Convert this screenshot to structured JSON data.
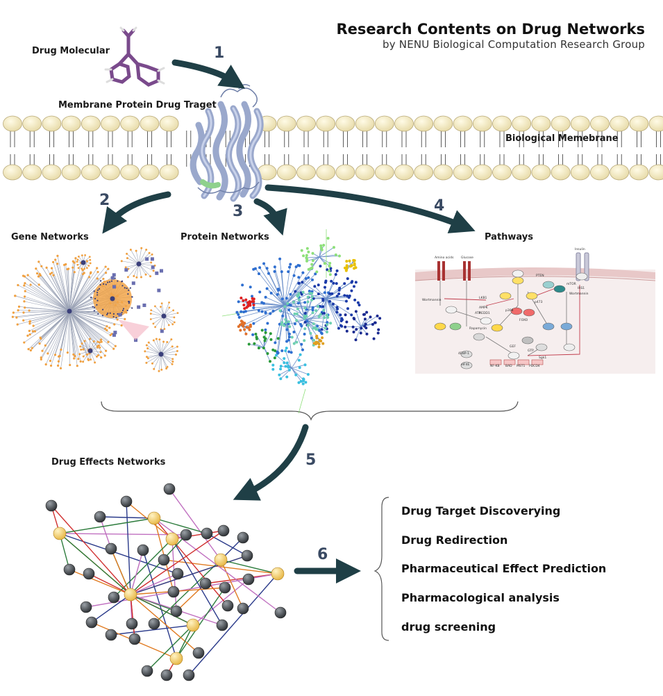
{
  "header": {
    "title": "Research Contents on Drug Networks",
    "subtitle": "by NENU Biological Computation Research Group"
  },
  "labels": {
    "drug_molecular": "Drug Molecular",
    "membrane_protein": "Membrane Protein Drug Traget",
    "biological_membrane": "Biological Memebrane",
    "gene_networks": "Gene Networks",
    "protein_networks": "Protein Networks",
    "pathways": "Pathways",
    "drug_effects_networks": "Drug Effects Networks"
  },
  "steps": [
    "1",
    "2",
    "3",
    "4",
    "5",
    "6"
  ],
  "pathway_labels": {
    "amino_acids": "Amino acids",
    "glucose": "Glucose",
    "insulin": "Insulin",
    "wortmannin": "Wortmannin",
    "wortmannin2": "Wortmannin",
    "pten": "PTEN",
    "lkb1": "LKB1",
    "ampk": "AMPK",
    "redd1": "REDD1",
    "rapamycin": "Rapamycin",
    "foxo": "FOXO",
    "atp": "ATP",
    "p308": "p308",
    "p473": "p473",
    "mtor": "mTOR",
    "gtp": "GTP",
    "gef": "GEF",
    "sgk1": "Sgk1",
    "irs1": "IRS1",
    "fourebp1": "4EBP-1",
    "eif4e": "eIF4E",
    "nfkb": "NF-KB",
    "bad": "BAD",
    "mst1": "MST1",
    "pdcd4": "PDCD4"
  },
  "outcomes": [
    "Drug Target Discoverying",
    "Drug Redirection",
    "Pharmaceutical Effect Prediction",
    "Pharmacological analysis",
    "drug screening"
  ],
  "colors": {
    "arrow": "#1f3f46",
    "step_number": "#3a4a63",
    "lipid_head": "#f3e8bd",
    "protein": "#aab6d6",
    "drug_molecule": "#7a4a8c",
    "hub_node": "#f7d27a",
    "node": "#4a4f55"
  }
}
